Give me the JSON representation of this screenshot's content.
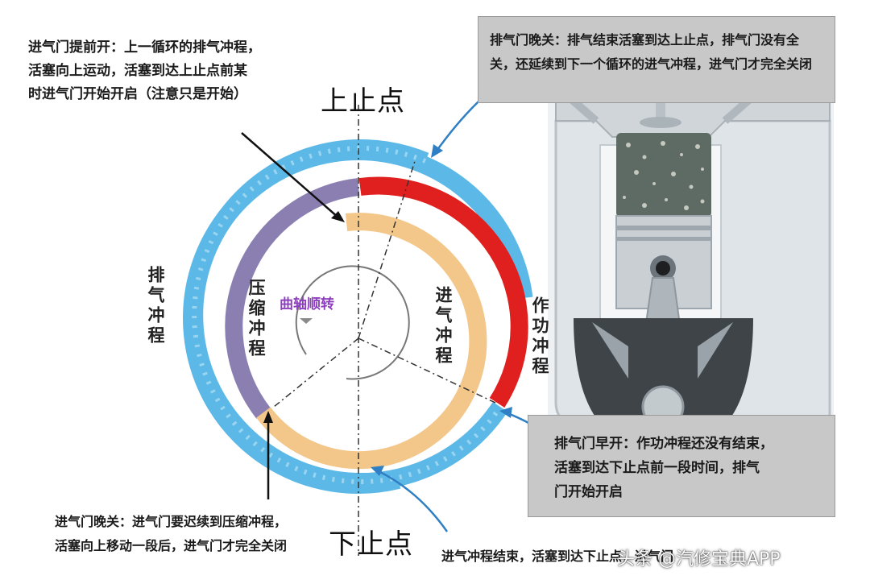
{
  "labels": {
    "tdc": "上止点",
    "bdc": "下止点",
    "crank_rotation": "曲轴顺转"
  },
  "strokes": {
    "exhaust": "排气冲程",
    "compression": "压缩冲程",
    "intake": "进气冲程",
    "power": "作功冲程"
  },
  "notes": {
    "intake_open_early": "进气门提前开：上一循环的排气冲程，\n活塞向上运动，活塞到达上止点前某\n时进气门开始开启（注意只是开始）",
    "exhaust_close_late": "排气门晚关：排气结束活塞到达上止点，排气门没有全\n关，还延续到下一个循环的进气冲程，进气门才完全关闭",
    "exhaust_open_early": "排气门早开：作功冲程还没有结束，\n活塞到达下止点前一段时间，排气\n门开始开启",
    "intake_close_late": "进气门晚关：进气门要迟续到压缩冲程，\n活塞向上移动一段后，进气门才完全关闭",
    "intake_end": "进气冲程结束，活塞到达下止点，进气门"
  },
  "watermark": "头条 @汽修宝典APP",
  "colors": {
    "exhaust_ring": "#5cb8e6",
    "power_ring": "#e0201e",
    "compression_ring": "#8b7fb2",
    "intake_ring": "#f3c689",
    "arrow_blue": "#2f7fc4",
    "note_box": "#c8c8c8"
  }
}
